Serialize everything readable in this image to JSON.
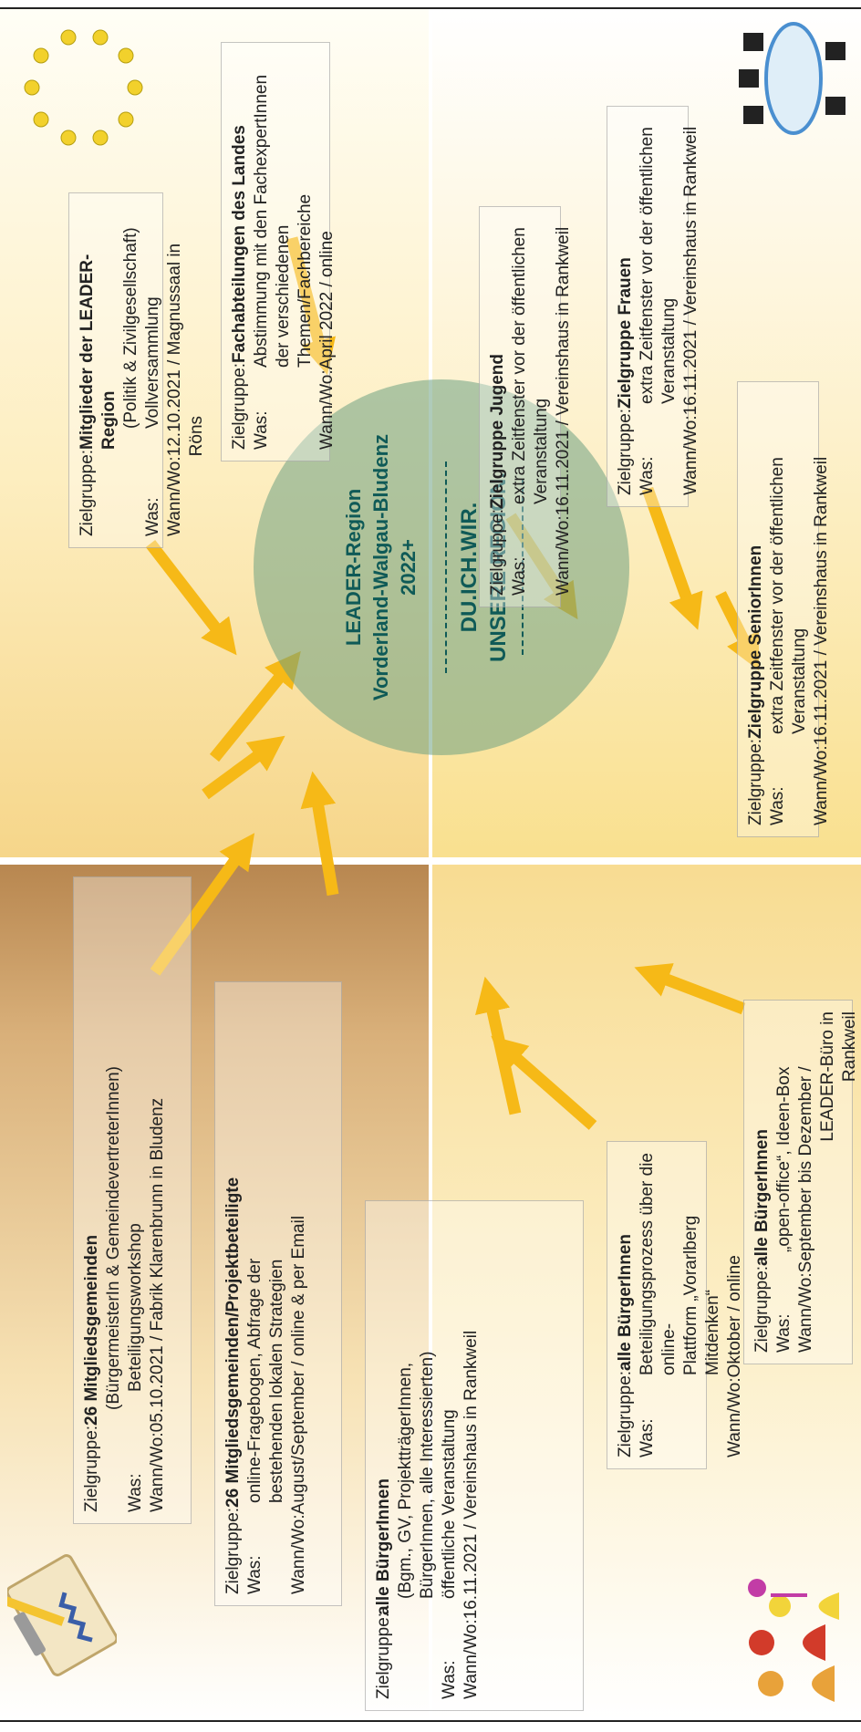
{
  "labels": {
    "zielgruppe": "Zielgruppe: ",
    "was": "Was:",
    "wannwo": "Wann/Wo: "
  },
  "center": {
    "line1": "LEADER-Region",
    "line2": "Vorderland-Walgau-Bludenz",
    "line3": "2022+",
    "slogan1": "DU.ICH.WIR.",
    "slogan2": "UNSERE REGION."
  },
  "boxes": {
    "mitglieder": {
      "group": "Mitglieder der LEADER-Region",
      "group2": "(Politik & Zivilgesellschaft)",
      "was": "Vollversammlung",
      "wannwo": "12.10.2021 / Magnussaal in Röns"
    },
    "fach": {
      "group": "Fachabteilungen des Landes",
      "was1": "Abstimmung mit den FachexpertInnen",
      "was2": "der verschiedenen Themen/Fachbereiche",
      "wannwo": "April 2022 / online"
    },
    "jugend": {
      "group": "Zielgruppe Jugend",
      "was": "extra Zeitfenster vor der öffentlichen Veranstaltung",
      "wannwo": "16.11.2021 / Vereinshaus in Rankweil"
    },
    "frauen": {
      "group": "Zielgruppe Frauen",
      "was": "extra Zeitfenster vor der öffentlichen Veranstaltung",
      "wannwo": "16.11.2021 / Vereinshaus in Rankweil"
    },
    "senioren": {
      "group": "Zielgruppe SeniorInnen",
      "was": "extra Zeitfenster vor der öffentlichen Veranstaltung",
      "wannwo": "16.11.2021 / Vereinshaus in Rankweil"
    },
    "gemeinden": {
      "group": "26 Mitgliedsgemeinden",
      "group2": "(BürgermeisterIn & GemeindevertreterInnen)",
      "was": "Beteiligungsworkshop",
      "wannwo": "05.10.2021 / Fabrik Klarenbrunn in Bludenz"
    },
    "projekt": {
      "group": "26 Mitgliedsgemeinden/Projektbeteiligte",
      "was1": "online-Fragebogen, Abfrage der",
      "was2": "bestehenden lokalen Strategien",
      "wannwo": "August/September / online & per Email"
    },
    "buerger1": {
      "group": "alle BürgerInnen",
      "g2": "(Bgm., GV, ProjektträgerInnen,",
      "g3": "BürgerInnen, alle Interessierten)",
      "g4": "",
      "was": "öffentliche Veranstaltung",
      "wannwo": "16.11.2021 / Vereinshaus in Rankweil"
    },
    "buerger2": {
      "group": "alle BürgerInnen",
      "was1": "Beteiligungsprozess über die online-",
      "was2": "Plattform „Vorarlberg Mitdenken“",
      "wannwo": "Oktober / online"
    },
    "buerger3": {
      "group": "alle BürgerInnen",
      "was": "„open-office“, Ideen-Box",
      "wannwo1": "September bis Dezember /",
      "wannwo2": "LEADER-Büro in Rankweil"
    }
  }
}
